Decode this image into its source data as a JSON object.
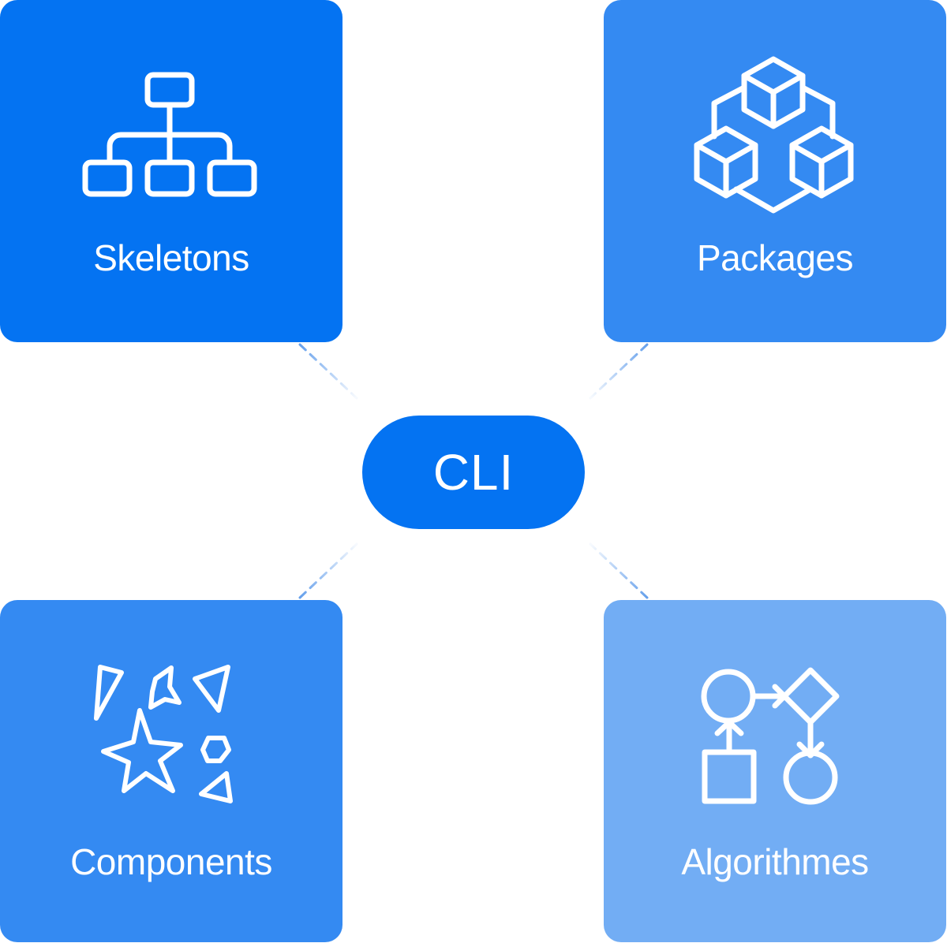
{
  "hub": {
    "label": "CLI",
    "color": "#0473f2"
  },
  "cards": [
    {
      "label": "Skeletons",
      "icon": "hierarchy-icon",
      "color": "#0473f2"
    },
    {
      "label": "Packages",
      "icon": "cubes-icon",
      "color": "#348af2"
    },
    {
      "label": "Components",
      "icon": "shapes-icon",
      "color": "#348af2"
    },
    {
      "label": "Algorithmes",
      "icon": "flowchart-icon",
      "color": "#72adf4"
    }
  ],
  "connector_color": "#4a8fe8"
}
